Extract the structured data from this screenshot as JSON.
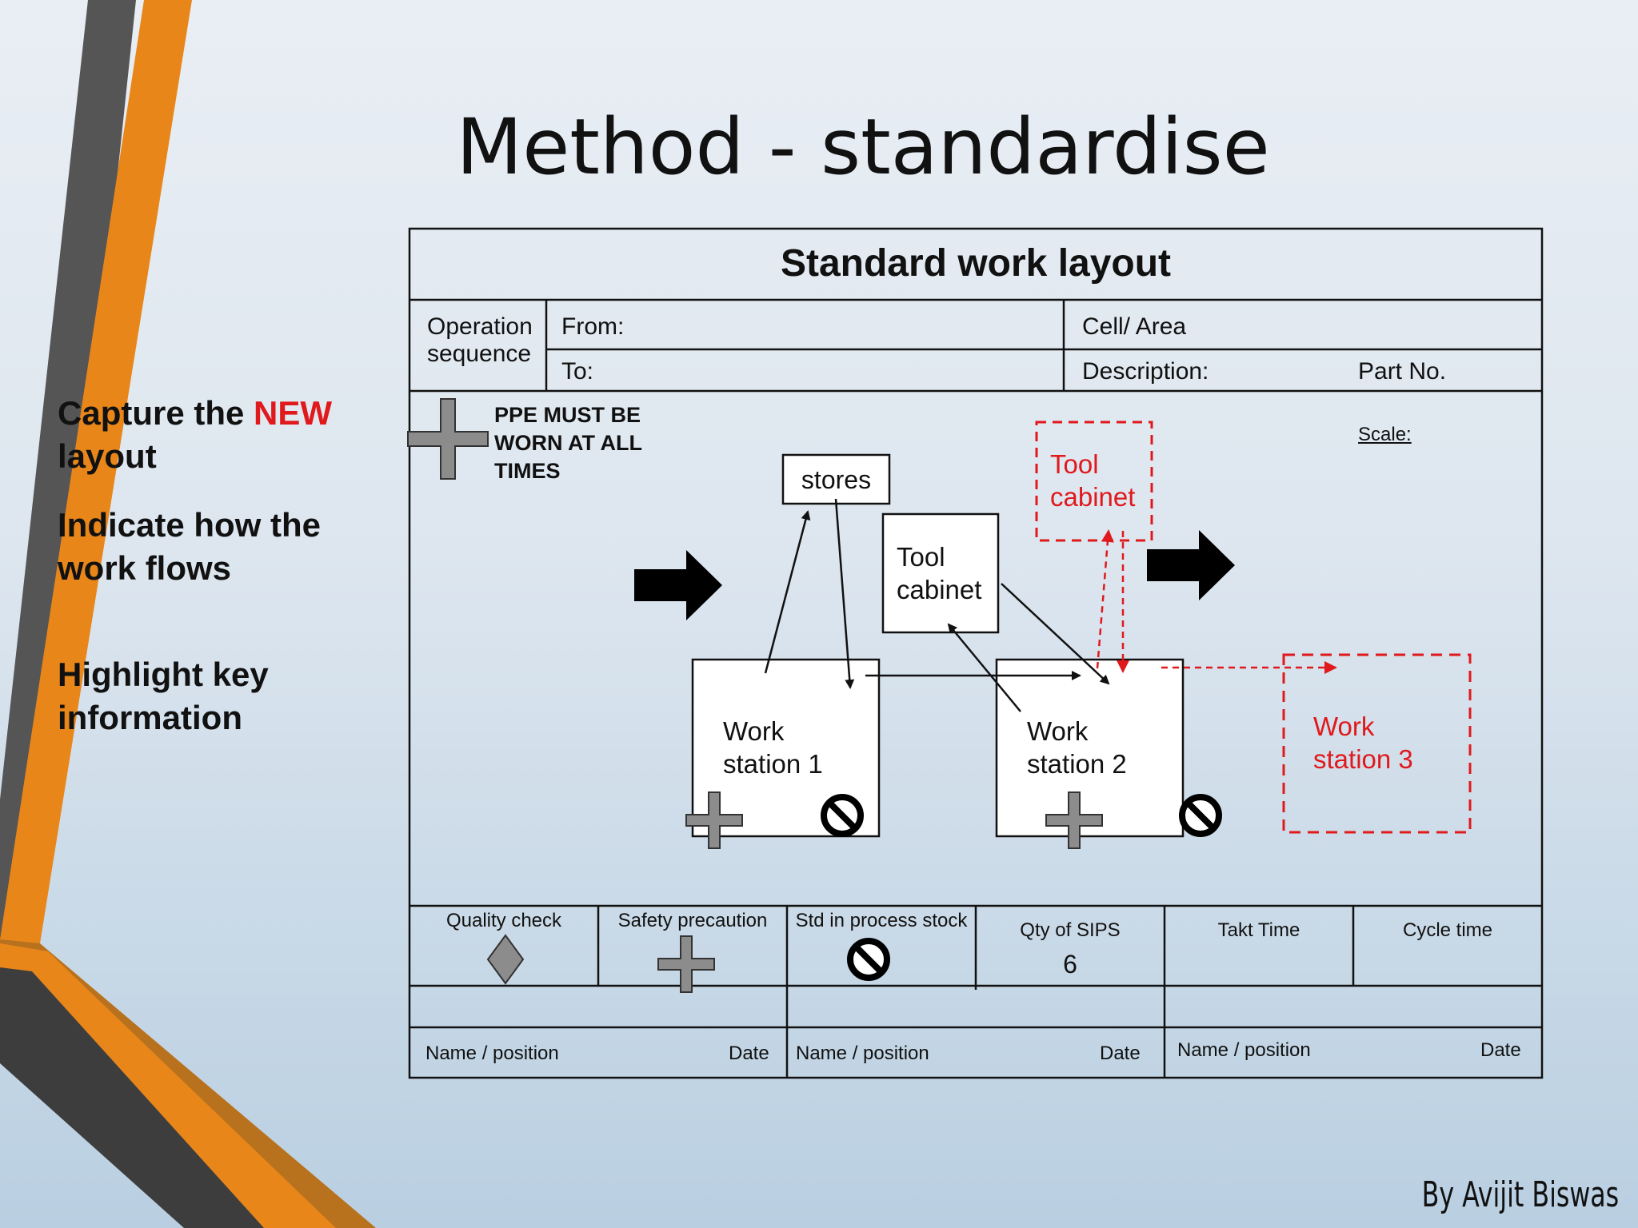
{
  "slide": {
    "title": "Method - standardise",
    "author": "By Avijit Biswas"
  },
  "bullets": {
    "b1_part1": "Capture the ",
    "b1_highlight": "NEW",
    "b1_part2": "layout",
    "b2": "Indicate how the work flows",
    "b3": "Highlight key information"
  },
  "form": {
    "title": "Standard work layout",
    "operation_sequence": "Operation sequence",
    "from": "From:",
    "to": "To:",
    "cell_area": "Cell/ Area",
    "description": "Description:",
    "part_no": "Part No.",
    "scale": "Scale:",
    "ppe": [
      "PPE MUST BE",
      "WORN AT ALL",
      "TIMES"
    ],
    "nodes": {
      "stores": "stores",
      "tool_cabinet": [
        "Tool",
        "cabinet"
      ],
      "tool_cabinet_new": [
        "Tool",
        "cabinet"
      ],
      "ws1": [
        "Work",
        "station 1"
      ],
      "ws2": [
        "Work",
        "station 2"
      ],
      "ws3": [
        "Work",
        "station 3"
      ]
    },
    "legend": {
      "quality_check": "Quality check",
      "safety_precaution": "Safety precaution",
      "std_in_process_stock": "Std in process stock",
      "qty_of_sips": "Qty of SIPS",
      "qty_value": "6",
      "takt_time": "Takt Time",
      "cycle_time": "Cycle time"
    },
    "signoff": {
      "name_position": "Name / position",
      "date": "Date"
    }
  },
  "colors": {
    "accent_orange": "#e8861a",
    "stripe_gray": "#4d4d4d",
    "highlight_red": "#e0191c"
  }
}
